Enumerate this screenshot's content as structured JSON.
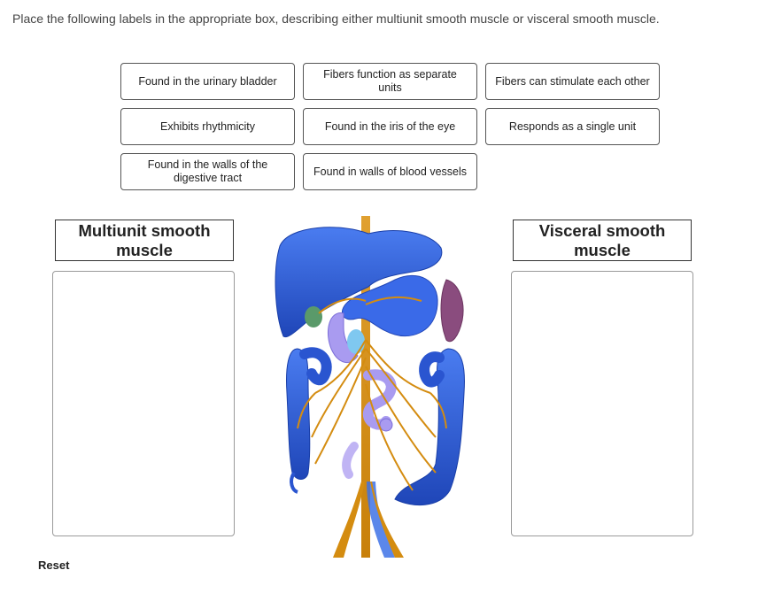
{
  "instruction": "Place the following labels in the appropriate box, describing either multiunit smooth muscle or visceral smooth muscle.",
  "labels": [
    "Found in the urinary bladder",
    "Fibers function as separate units",
    "Fibers can stimulate each other",
    "Exhibits rhythmicity",
    "Found in the iris of the eye",
    "Responds as a single unit",
    "Found in the walls of the digestive tract",
    "Found in walls of blood vessels"
  ],
  "targets": {
    "multiunit": "Multiunit smooth muscle",
    "visceral": "Visceral smooth muscle"
  },
  "reset_label": "Reset",
  "figure_icon": "digestive-organs-illustration",
  "colors": {
    "organ_blue": "#2f5fd6",
    "vessel_orange": "#d9900f",
    "stomach_lavender": "#a99bf0",
    "spleen_purple": "#8a4c7e"
  }
}
